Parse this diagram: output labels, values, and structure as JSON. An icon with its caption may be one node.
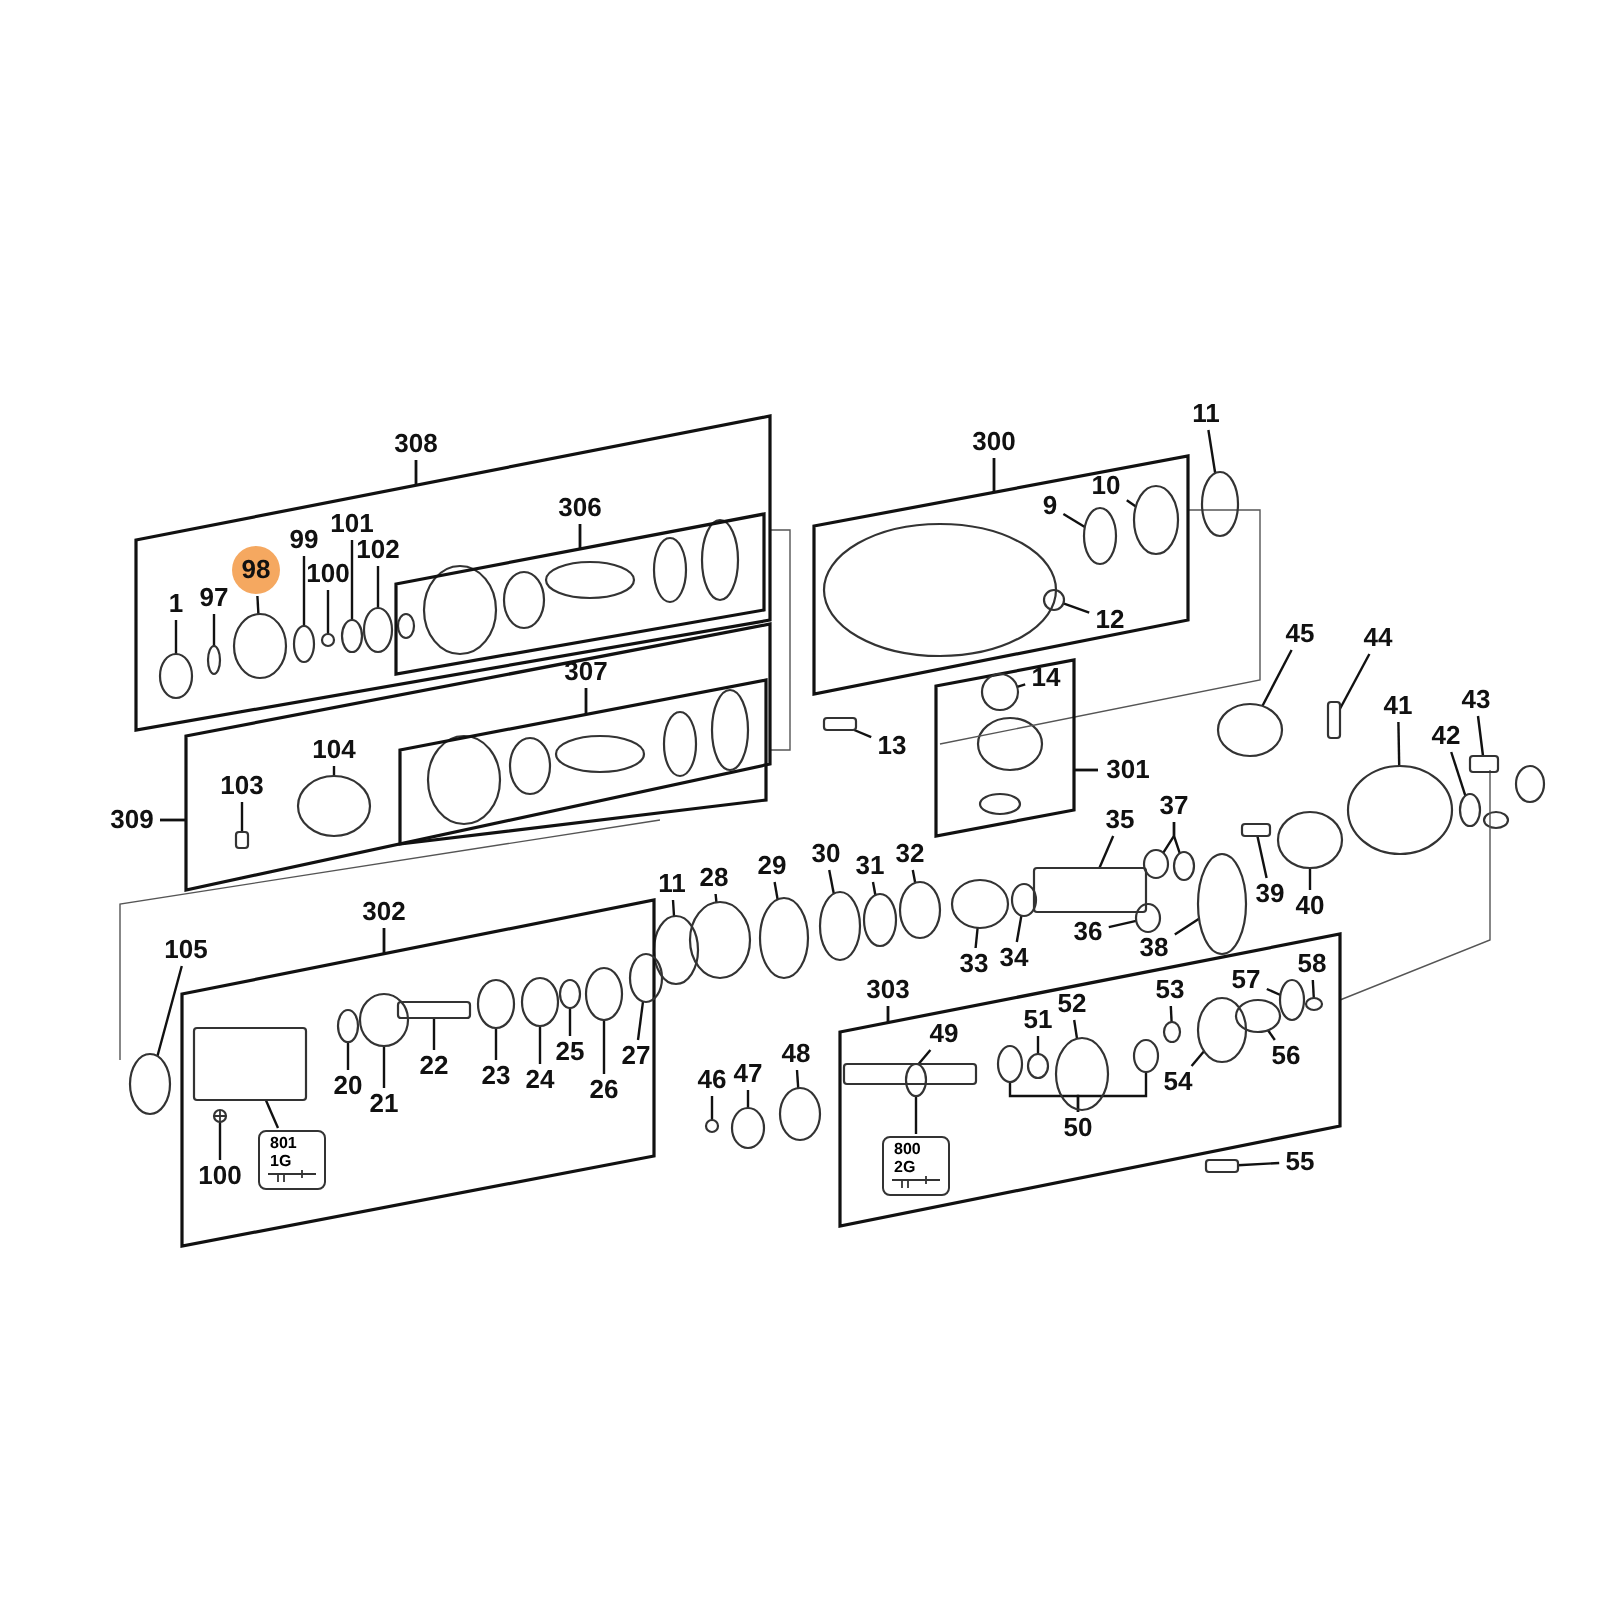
{
  "diagram": {
    "nodes": [
      {
        "text": [
          "308"
        ]
      },
      {
        "text": [
          "306"
        ],
        "in": 0
      },
      {
        "text": [
          "1"
        ],
        "in": 0
      },
      {
        "text": [
          "97"
        ],
        "in": 0
      },
      {
        "text": [
          "98"
        ],
        "in": 0
      },
      {
        "text": [
          "99"
        ],
        "in": 0
      },
      {
        "text": [
          "100"
        ],
        "in": 0
      },
      {
        "text": [
          "101"
        ],
        "in": 0
      },
      {
        "text": [
          "102"
        ],
        "in": 0
      },
      {
        "text": [
          "300"
        ]
      },
      {
        "text": [
          "9"
        ],
        "in": 9
      },
      {
        "text": [
          "10"
        ],
        "in": 9
      },
      {
        "text": [
          "12"
        ],
        "in": 9
      },
      {
        "text": [
          "11"
        ]
      },
      {
        "text": [
          "309"
        ]
      },
      {
        "text": [
          "307"
        ],
        "in": 14
      },
      {
        "text": [
          "103"
        ],
        "in": 14
      },
      {
        "text": [
          "104"
        ],
        "in": 14
      },
      {
        "text": [
          "301"
        ]
      },
      {
        "text": [
          "14"
        ],
        "in": 18
      },
      {
        "text": [
          "13"
        ]
      },
      {
        "text": [
          "45"
        ]
      },
      {
        "text": [
          "44"
        ]
      },
      {
        "text": [
          "41"
        ]
      },
      {
        "text": [
          "43"
        ]
      },
      {
        "text": [
          "42"
        ]
      },
      {
        "text": [
          "35"
        ]
      },
      {
        "text": [
          "37"
        ]
      },
      {
        "text": [
          "39"
        ]
      },
      {
        "text": [
          "40"
        ]
      },
      {
        "text": [
          "36"
        ]
      },
      {
        "text": [
          "38"
        ]
      },
      {
        "text": [
          "11"
        ]
      },
      {
        "text": [
          "28"
        ]
      },
      {
        "text": [
          "29"
        ]
      },
      {
        "text": [
          "30"
        ]
      },
      {
        "text": [
          "31"
        ]
      },
      {
        "text": [
          "32"
        ]
      },
      {
        "text": [
          "33"
        ]
      },
      {
        "text": [
          "34"
        ]
      },
      {
        "text": [
          "302"
        ]
      },
      {
        "text": [
          "105"
        ]
      },
      {
        "text": [
          "20"
        ],
        "in": 40
      },
      {
        "text": [
          "21"
        ],
        "in": 40
      },
      {
        "text": [
          "22"
        ],
        "in": 40
      },
      {
        "text": [
          "23"
        ],
        "in": 40
      },
      {
        "text": [
          "24"
        ],
        "in": 40
      },
      {
        "text": [
          "25"
        ],
        "in": 40
      },
      {
        "text": [
          "26"
        ],
        "in": 40
      },
      {
        "text": [
          "27"
        ],
        "in": 40
      },
      {
        "text": [
          "100"
        ],
        "in": 40
      },
      {
        "text": [
          "801 1G"
        ],
        "in": 40
      },
      {
        "text": [
          "303"
        ]
      },
      {
        "text": [
          "49"
        ],
        "in": 52
      },
      {
        "text": [
          "51"
        ],
        "in": 52
      },
      {
        "text": [
          "52"
        ],
        "in": 52
      },
      {
        "text": [
          "50"
        ],
        "in": 52
      },
      {
        "text": [
          "53"
        ],
        "in": 52
      },
      {
        "text": [
          "54"
        ],
        "in": 52
      },
      {
        "text": [
          "56"
        ],
        "in": 52
      },
      {
        "text": [
          "57"
        ],
        "in": 52
      },
      {
        "text": [
          "58"
        ],
        "in": 52
      },
      {
        "text": [
          "800 2G"
        ],
        "in": 52
      },
      {
        "text": [
          "46"
        ]
      },
      {
        "text": [
          "47"
        ]
      },
      {
        "text": [
          "48"
        ]
      },
      {
        "text": [
          "55"
        ]
      },
      {
        "text": [],
        "shape": "circle",
        "in": 0
      },
      {
        "text": [],
        "shape": "circle",
        "in": 0
      },
      {
        "text": [],
        "shape": "circle",
        "in": 0
      },
      {
        "text": [],
        "shape": "circle",
        "in": 0
      },
      {
        "text": [],
        "shape": "circle",
        "in": 0
      },
      {
        "text": [],
        "shape": "circle",
        "in": 0
      },
      {
        "text": [],
        "shape": "circle",
        "in": 0
      },
      {
        "text": [],
        "shape": "circle",
        "in": 9
      },
      {
        "text": [],
        "shape": "circle",
        "in": 9
      },
      {
        "text": [],
        "shape": "circle",
        "in": 9
      },
      {
        "text": [],
        "shape": "circle"
      },
      {
        "text": [],
        "shape": "box",
        "in": 14
      },
      {
        "text": [],
        "shape": "circle",
        "in": 14
      },
      {
        "text": [],
        "shape": "circle",
        "in": 18
      },
      {
        "text": [],
        "shape": "box"
      },
      {
        "text": [],
        "shape": "circle"
      },
      {
        "text": [],
        "shape": "box"
      },
      {
        "text": [],
        "shape": "circle"
      },
      {
        "text": [],
        "shape": "box"
      },
      {
        "text": [],
        "shape": "circle"
      },
      {
        "text": [],
        "shape": "box"
      },
      {
        "text": [],
        "shape": "circle"
      },
      {
        "text": [],
        "shape": "circle"
      },
      {
        "text": [],
        "shape": "box"
      },
      {
        "text": [],
        "shape": "circle"
      },
      {
        "text": [],
        "shape": "circle"
      },
      {
        "text": [],
        "shape": "circle"
      },
      {
        "text": [],
        "shape": "circle"
      },
      {
        "text": [],
        "shape": "circle"
      },
      {
        "text": [],
        "shape": "circle"
      },
      {
        "text": [],
        "shape": "circle"
      },
      {
        "text": [],
        "shape": "circle"
      },
      {
        "text": [],
        "shape": "circle"
      },
      {
        "text": [],
        "shape": "circle"
      },
      {
        "text": [],
        "shape": "circle"
      },
      {
        "text": [],
        "shape": "circle"
      },
      {
        "text": [],
        "shape": "circle",
        "in": 40
      },
      {
        "text": [],
        "shape": "circle",
        "in": 40
      },
      {
        "text": [],
        "shape": "box",
        "in": 40
      },
      {
        "text": [],
        "shape": "circle",
        "in": 40
      },
      {
        "text": [],
        "shape": "circle",
        "in": 40
      },
      {
        "text": [],
        "shape": "circle",
        "in": 40
      },
      {
        "text": [],
        "shape": "circle",
        "in": 40
      },
      {
        "text": [],
        "shape": "circle",
        "in": 40
      },
      {
        "text": [],
        "shape": "circle",
        "in": 40
      },
      {
        "text": [],
        "shape": "box",
        "in": 40
      },
      {
        "text": [],
        "shape": "box",
        "in": 52
      },
      {
        "text": [],
        "shape": "circle",
        "in": 52
      },
      {
        "text": [],
        "shape": "circle",
        "in": 52
      },
      {
        "text": [],
        "shape": "circle",
        "in": 52
      },
      {
        "text": [],
        "shape": "circle",
        "in": 52
      },
      {
        "text": [],
        "shape": "circle",
        "in": 52
      },
      {
        "text": [],
        "shape": "circle",
        "in": 52
      },
      {
        "text": [],
        "shape": "circle",
        "in": 52
      },
      {
        "text": [],
        "shape": "circle",
        "in": 52
      },
      {
        "text": [],
        "shape": "circle",
        "in": 52
      },
      {
        "text": [],
        "shape": "circle",
        "in": 52
      },
      {
        "text": [],
        "shape": "circle"
      },
      {
        "text": [],
        "shape": "circle"
      },
      {
        "text": [],
        "shape": "circle"
      },
      {
        "text": [],
        "shape": "box"
      }
    ],
    "edges": [
      {
        "from": 2,
        "to": 67,
        "arrow": "none"
      },
      {
        "from": 3,
        "to": 68,
        "arrow": "none"
      },
      {
        "from": 4,
        "to": 69,
        "arrow": "none"
      },
      {
        "from": 5,
        "to": 70,
        "arrow": "none"
      },
      {
        "from": 6,
        "to": 71,
        "arrow": "none"
      },
      {
        "from": 7,
        "to": 72,
        "arrow": "none"
      },
      {
        "from": 8,
        "to": 73,
        "arrow": "none"
      },
      {
        "from": 10,
        "to": 74,
        "arrow": "none"
      },
      {
        "from": 11,
        "to": 75,
        "arrow": "none"
      },
      {
        "from": 12,
        "to": 76,
        "arrow": "none"
      },
      {
        "from": 13,
        "to": 77,
        "arrow": "none"
      },
      {
        "from": 16,
        "to": 78,
        "arrow": "none"
      },
      {
        "from": 17,
        "to": 79,
        "arrow": "none"
      },
      {
        "from": 19,
        "to": 80,
        "arrow": "none"
      },
      {
        "from": 20,
        "to": 81,
        "arrow": "none"
      },
      {
        "from": 21,
        "to": 82,
        "arrow": "none"
      },
      {
        "from": 22,
        "to": 83,
        "arrow": "none"
      },
      {
        "from": 23,
        "to": 84,
        "arrow": "none"
      },
      {
        "from": 24,
        "to": 85,
        "arrow": "none"
      },
      {
        "from": 25,
        "to": 86,
        "arrow": "none"
      },
      {
        "from": 26,
        "to": 87,
        "arrow": "none"
      },
      {
        "from": 27,
        "to": 88,
        "arrow": "none"
      },
      {
        "from": 27,
        "to": 89,
        "arrow": "none"
      },
      {
        "from": 28,
        "to": 90,
        "arrow": "none"
      },
      {
        "from": 29,
        "to": 91,
        "arrow": "none"
      },
      {
        "from": 30,
        "to": 92,
        "arrow": "none"
      },
      {
        "from": 31,
        "to": 93,
        "arrow": "none"
      },
      {
        "from": 32,
        "to": 94,
        "arrow": "none"
      },
      {
        "from": 33,
        "to": 95,
        "arrow": "none"
      },
      {
        "from": 34,
        "to": 96,
        "arrow": "none"
      },
      {
        "from": 35,
        "to": 97,
        "arrow": "none"
      },
      {
        "from": 36,
        "to": 98,
        "arrow": "none"
      },
      {
        "from": 37,
        "to": 99,
        "arrow": "none"
      },
      {
        "from": 38,
        "to": 100,
        "arrow": "none"
      },
      {
        "from": 39,
        "to": 101,
        "arrow": "none"
      },
      {
        "from": 41,
        "to": 102,
        "arrow": "none"
      },
      {
        "from": 42,
        "to": 103,
        "arrow": "none"
      },
      {
        "from": 43,
        "to": 104,
        "arrow": "none"
      },
      {
        "from": 44,
        "to": 105,
        "arrow": "none"
      },
      {
        "from": 45,
        "to": 106,
        "arrow": "none"
      },
      {
        "from": 46,
        "to": 107,
        "arrow": "none"
      },
      {
        "from": 47,
        "to": 108,
        "arrow": "none"
      },
      {
        "from": 48,
        "to": 109,
        "arrow": "none"
      },
      {
        "from": 49,
        "to": 110,
        "arrow": "none"
      },
      {
        "from": 50,
        "to": 111,
        "arrow": "none"
      },
      {
        "from": 51,
        "to": 112,
        "arrow": "none"
      },
      {
        "from": 53,
        "to": 113,
        "arrow": "none"
      },
      {
        "from": 54,
        "to": 114,
        "arrow": "none"
      },
      {
        "from": 55,
        "to": 115,
        "arrow": "none"
      },
      {
        "from": 56,
        "to": 116,
        "arrow": "none"
      },
      {
        "from": 56,
        "to": 117,
        "arrow": "none"
      },
      {
        "from": 57,
        "to": 118,
        "arrow": "none"
      },
      {
        "from": 58,
        "to": 119,
        "arrow": "none"
      },
      {
        "from": 59,
        "to": 120,
        "arrow": "none"
      },
      {
        "from": 60,
        "to": 121,
        "arrow": "none"
      },
      {
        "from": 61,
        "to": 122,
        "arrow": "none"
      },
      {
        "from": 62,
        "to": 123,
        "arrow": "none"
      },
      {
        "from": 63,
        "to": 124,
        "arrow": "none"
      },
      {
        "from": 64,
        "to": 125,
        "arrow": "none"
      },
      {
        "from": 65,
        "to": 126,
        "arrow": "none"
      },
      {
        "from": 66,
        "to": 127,
        "arrow": "none"
      }
    ]
  }
}
